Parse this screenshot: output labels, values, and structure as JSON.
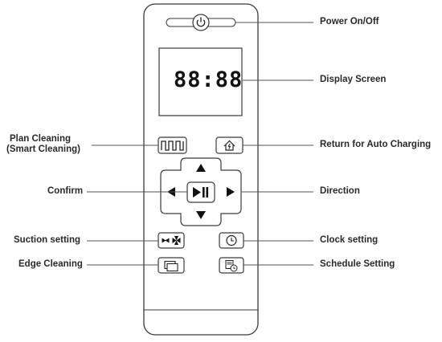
{
  "display": {
    "time": "88:88"
  },
  "labels": {
    "power": "Power On/Off",
    "display_screen": "Display Screen",
    "plan_cleaning_line1": "Plan Cleaning",
    "plan_cleaning_line2": "(Smart Cleaning)",
    "return_charging": "Return for Auto Charging",
    "confirm": "Confirm",
    "direction": "Direction",
    "suction": "Suction setting",
    "clock": "Clock setting",
    "edge": "Edge Cleaning",
    "schedule": "Schedule Setting"
  },
  "colors": {
    "outline": "#3a3a3a",
    "leader_line": "#555555",
    "text": "#2a2a2a"
  },
  "icons": {
    "power": "power-icon",
    "plan": "square-wave-icon",
    "home": "home-charging-icon",
    "fan": "fan-icon",
    "clock": "clock-icon",
    "edge": "edge-cleaning-icon",
    "schedule": "schedule-calendar-icon",
    "play_pause": "play-pause-icon"
  }
}
